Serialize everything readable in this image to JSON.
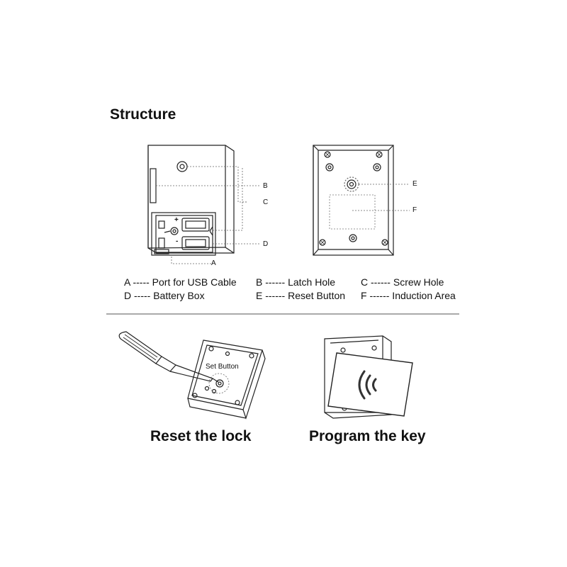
{
  "title": "Structure",
  "callouts": {
    "a": "A",
    "b": "B",
    "c": "C",
    "d": "D",
    "e": "E",
    "f": "F",
    "plus": "+",
    "minus": "-"
  },
  "legend": [
    "A ----- Port for USB Cable",
    "B ------ Latch Hole",
    "C ------ Screw Hole",
    "D ----- Battery Box",
    "E ------ Reset Button",
    "F ------ Induction Area"
  ],
  "reset_panel": {
    "set_button_label": "Set Button",
    "caption": "Reset the lock"
  },
  "program_panel": {
    "caption": "Program the key"
  }
}
